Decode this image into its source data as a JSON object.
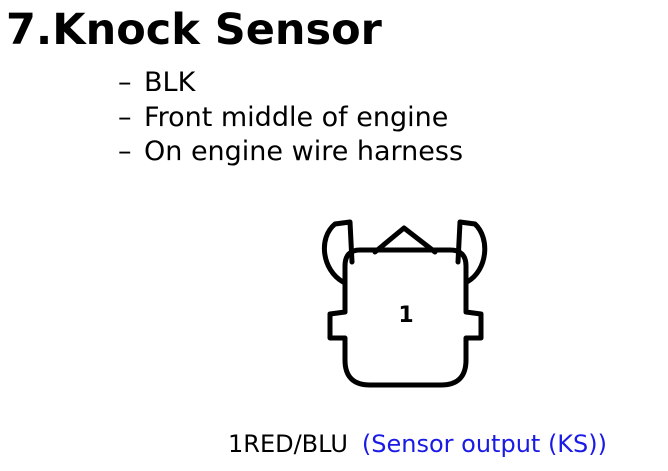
{
  "title": "7.Knock Sensor",
  "bullets": [
    {
      "dash": "–",
      "text": "BLK"
    },
    {
      "dash": "–",
      "text": "Front middle of engine"
    },
    {
      "dash": "–",
      "text": "On engine wire harness"
    }
  ],
  "connector": {
    "pin_label": "1"
  },
  "caption": {
    "pin_wire": "1RED/BLU",
    "description": "(Sensor output (KS))",
    "description_color": "#1a1ae6"
  }
}
